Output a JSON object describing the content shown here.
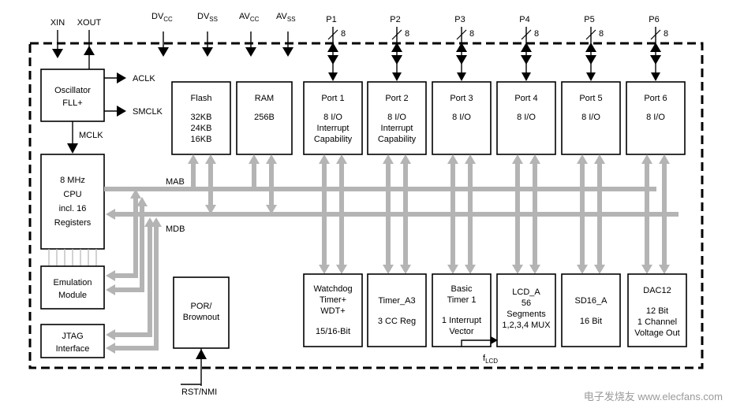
{
  "top_signals": {
    "xin": "XIN",
    "xout": "XOUT",
    "dvcc": {
      "main": "DV",
      "sub": "CC"
    },
    "dvss": {
      "main": "DV",
      "sub": "SS"
    },
    "avcc": {
      "main": "AV",
      "sub": "CC"
    },
    "avss": {
      "main": "AV",
      "sub": "SS"
    }
  },
  "ports_top": [
    "P1",
    "P2",
    "P3",
    "P4",
    "P5",
    "P6"
  ],
  "port_width": "8",
  "clocks": {
    "aclk": "ACLK",
    "smclk": "SMCLK",
    "mclk": "MCLK"
  },
  "buses": {
    "mab": "MAB",
    "mdb": "MDB"
  },
  "oscillator": {
    "line1": "Oscillator",
    "line2": "FLL+"
  },
  "flash": {
    "title": "Flash",
    "line1": "32KB",
    "line2": "24KB",
    "line3": "16KB"
  },
  "ram": {
    "title": "RAM",
    "line1": "256B"
  },
  "port_blocks": [
    {
      "title": "Port 1",
      "line1": "8 I/O",
      "line2": "Interrupt",
      "line3": "Capability"
    },
    {
      "title": "Port 2",
      "line1": "8 I/O",
      "line2": "Interrupt",
      "line3": "Capability"
    },
    {
      "title": "Port 3",
      "line1": "8 I/O",
      "line2": "",
      "line3": ""
    },
    {
      "title": "Port 4",
      "line1": "8 I/O",
      "line2": "",
      "line3": ""
    },
    {
      "title": "Port 5",
      "line1": "8 I/O",
      "line2": "",
      "line3": ""
    },
    {
      "title": "Port 6",
      "line1": "8 I/O",
      "line2": "",
      "line3": ""
    }
  ],
  "cpu": {
    "line1": "8 MHz",
    "line2": "CPU",
    "line3": "incl. 16",
    "line4": "Registers"
  },
  "emulation": {
    "line1": "Emulation",
    "line2": "Module"
  },
  "jtag": {
    "line1": "JTAG",
    "line2": "Interface"
  },
  "por": {
    "line1": "POR/",
    "line2": "Brownout"
  },
  "reset": "RST/NMI",
  "watchdog": {
    "line1": "Watchdog",
    "line2": "Timer+",
    "line3": "WDT+",
    "line4": "15/16-Bit"
  },
  "timer_a3": {
    "line1": "Timer_A3",
    "line2": "3 CC Reg"
  },
  "basic_timer": {
    "line1": "Basic",
    "line2": "Timer 1",
    "line3": "1 Interrupt",
    "line4": "Vector"
  },
  "lcd": {
    "line1": "LCD_A",
    "line2": "56",
    "line3": "Segments",
    "line4": "1,2,3,4 MUX"
  },
  "sd16": {
    "line1": "SD16_A",
    "line2": "16 Bit"
  },
  "dac": {
    "line1": "DAC12",
    "line2": "12 Bit",
    "line3": "1 Channel",
    "line4": "Voltage Out"
  },
  "flcd": {
    "main": "f",
    "sub": "LCD"
  },
  "watermark": "电子发烧友 www.elecfans.com"
}
